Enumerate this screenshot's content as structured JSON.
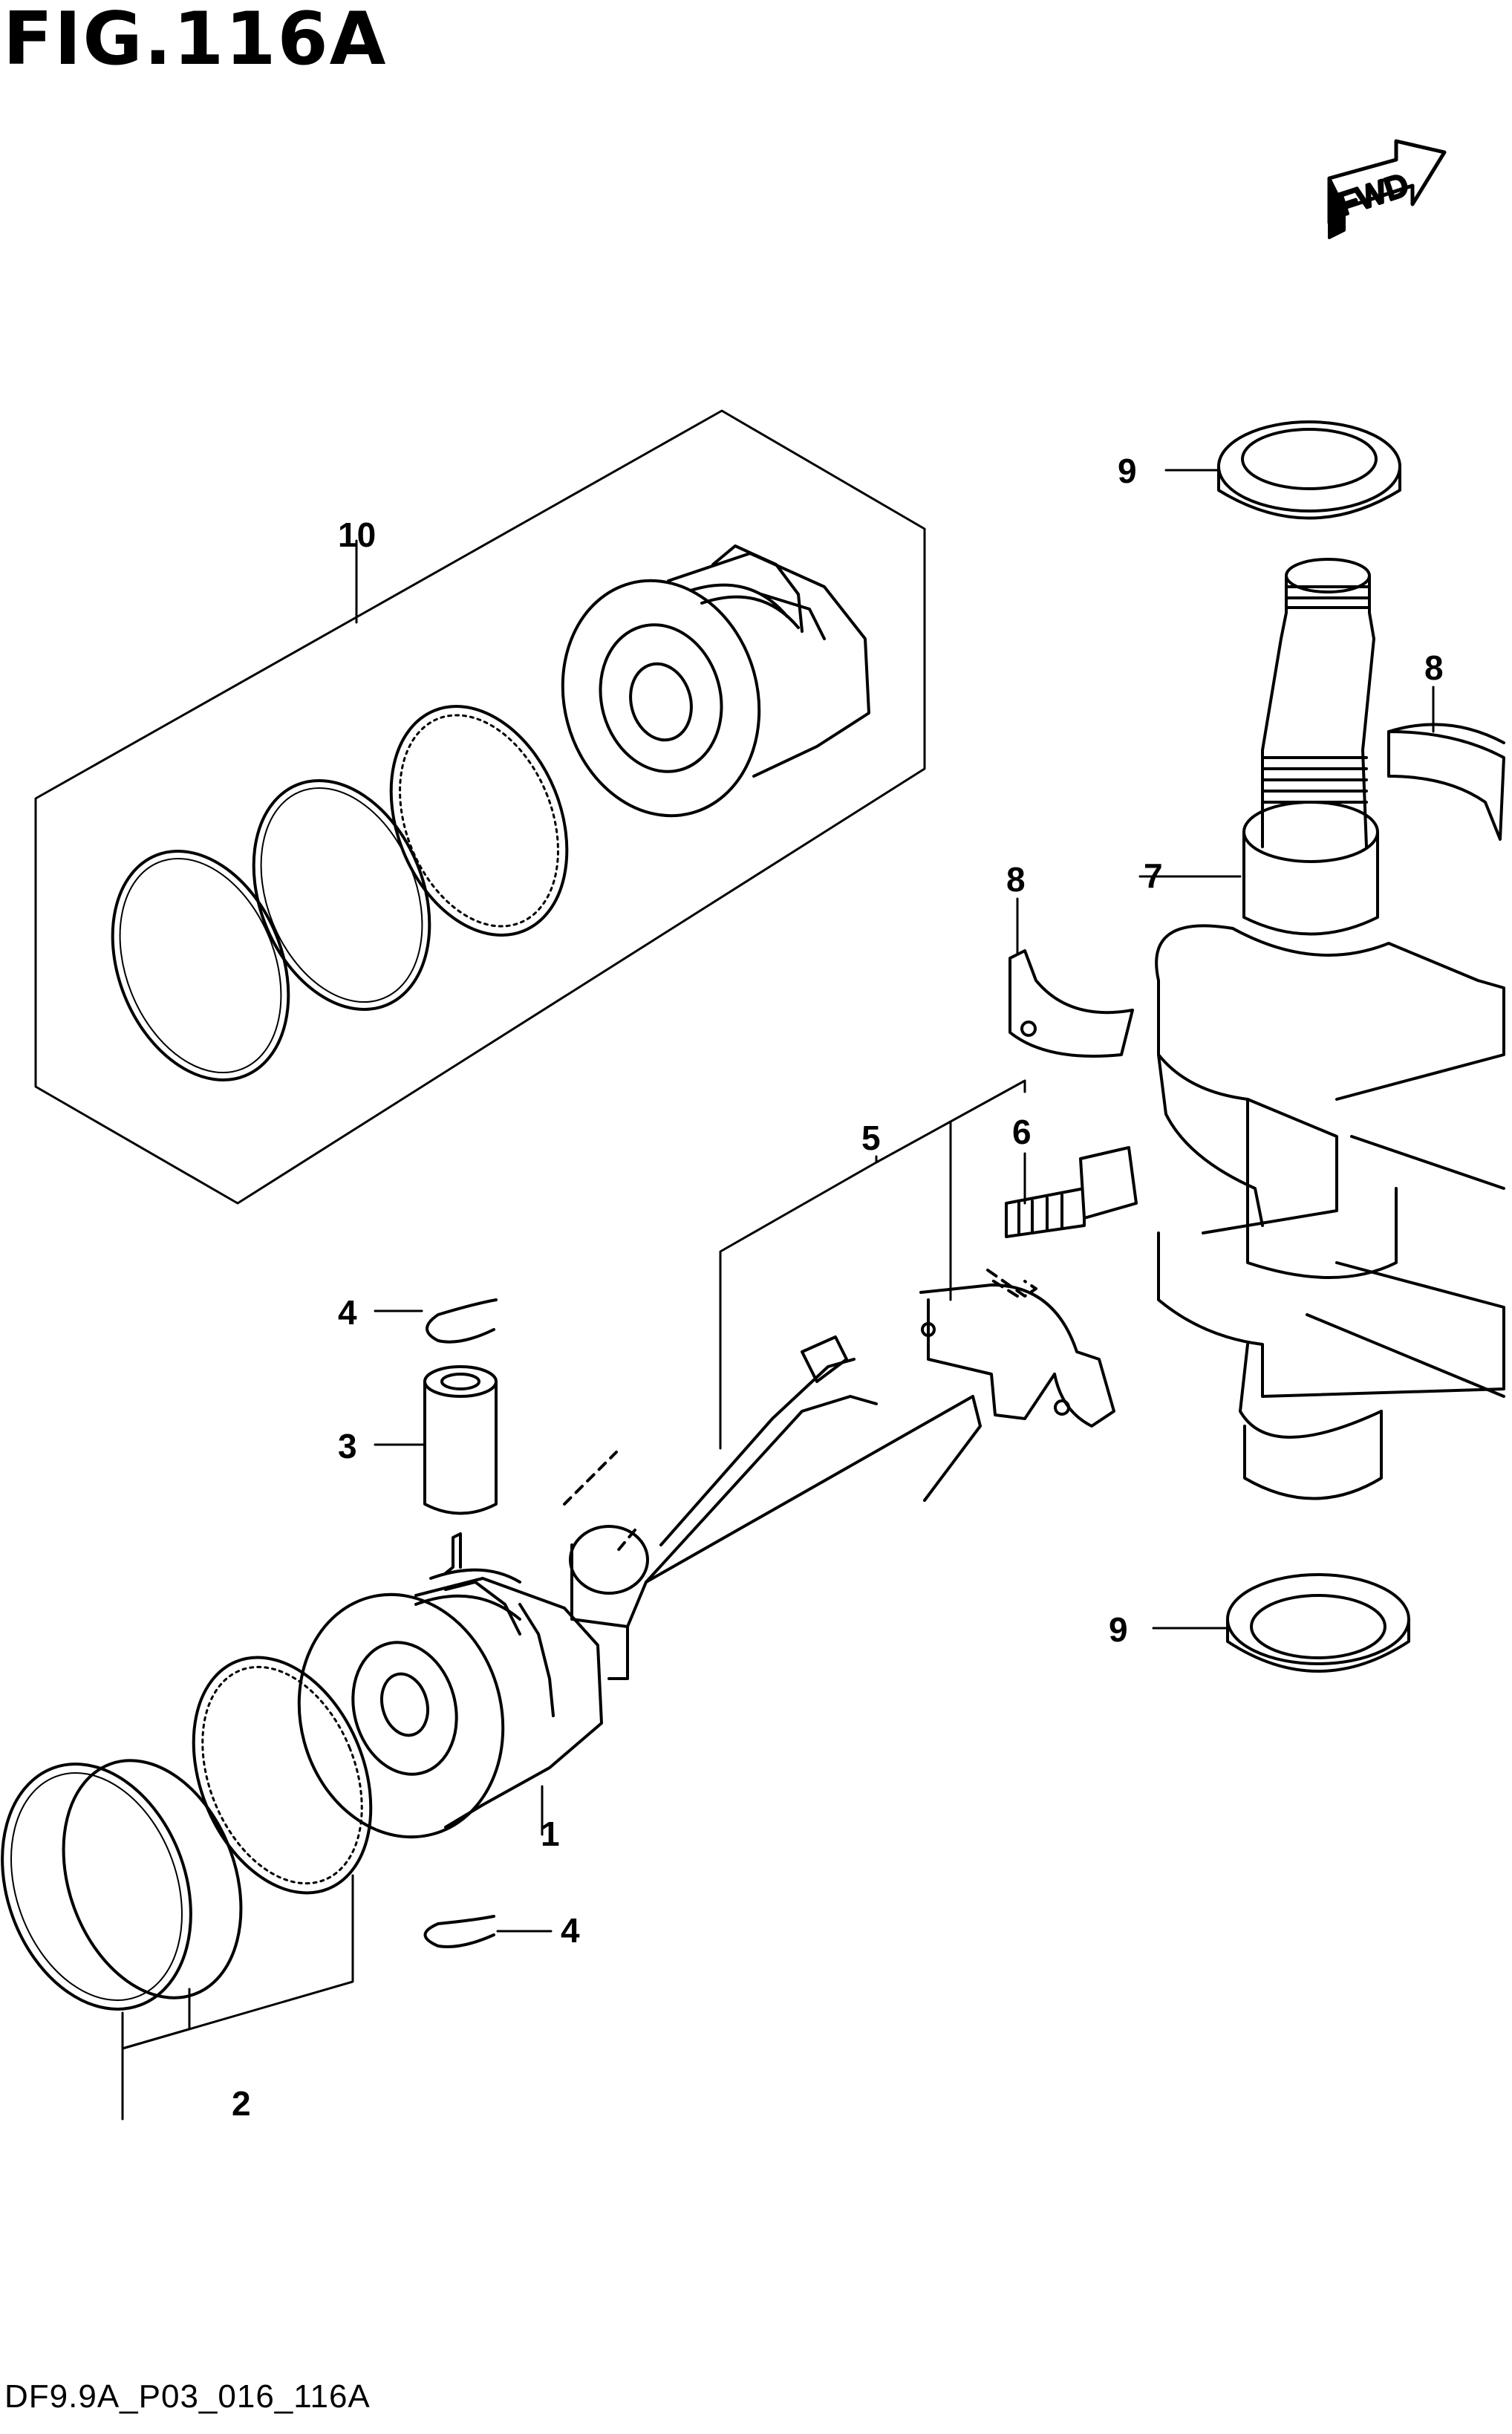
{
  "figure": {
    "title": "FIG.116A",
    "code": "DF9.9A_P03_016_116A",
    "direction_label": "FWD"
  },
  "callouts": [
    {
      "number": "1"
    },
    {
      "number": "2"
    },
    {
      "number": "3"
    },
    {
      "number": "4"
    },
    {
      "number": "4"
    },
    {
      "number": "5"
    },
    {
      "number": "6"
    },
    {
      "number": "7"
    },
    {
      "number": "8"
    },
    {
      "number": "8"
    },
    {
      "number": "9"
    },
    {
      "number": "9"
    },
    {
      "number": "10"
    }
  ],
  "icons": [
    "fwd-arrow-icon"
  ],
  "colors": {
    "ink": "#000000",
    "paper": "#ffffff"
  }
}
